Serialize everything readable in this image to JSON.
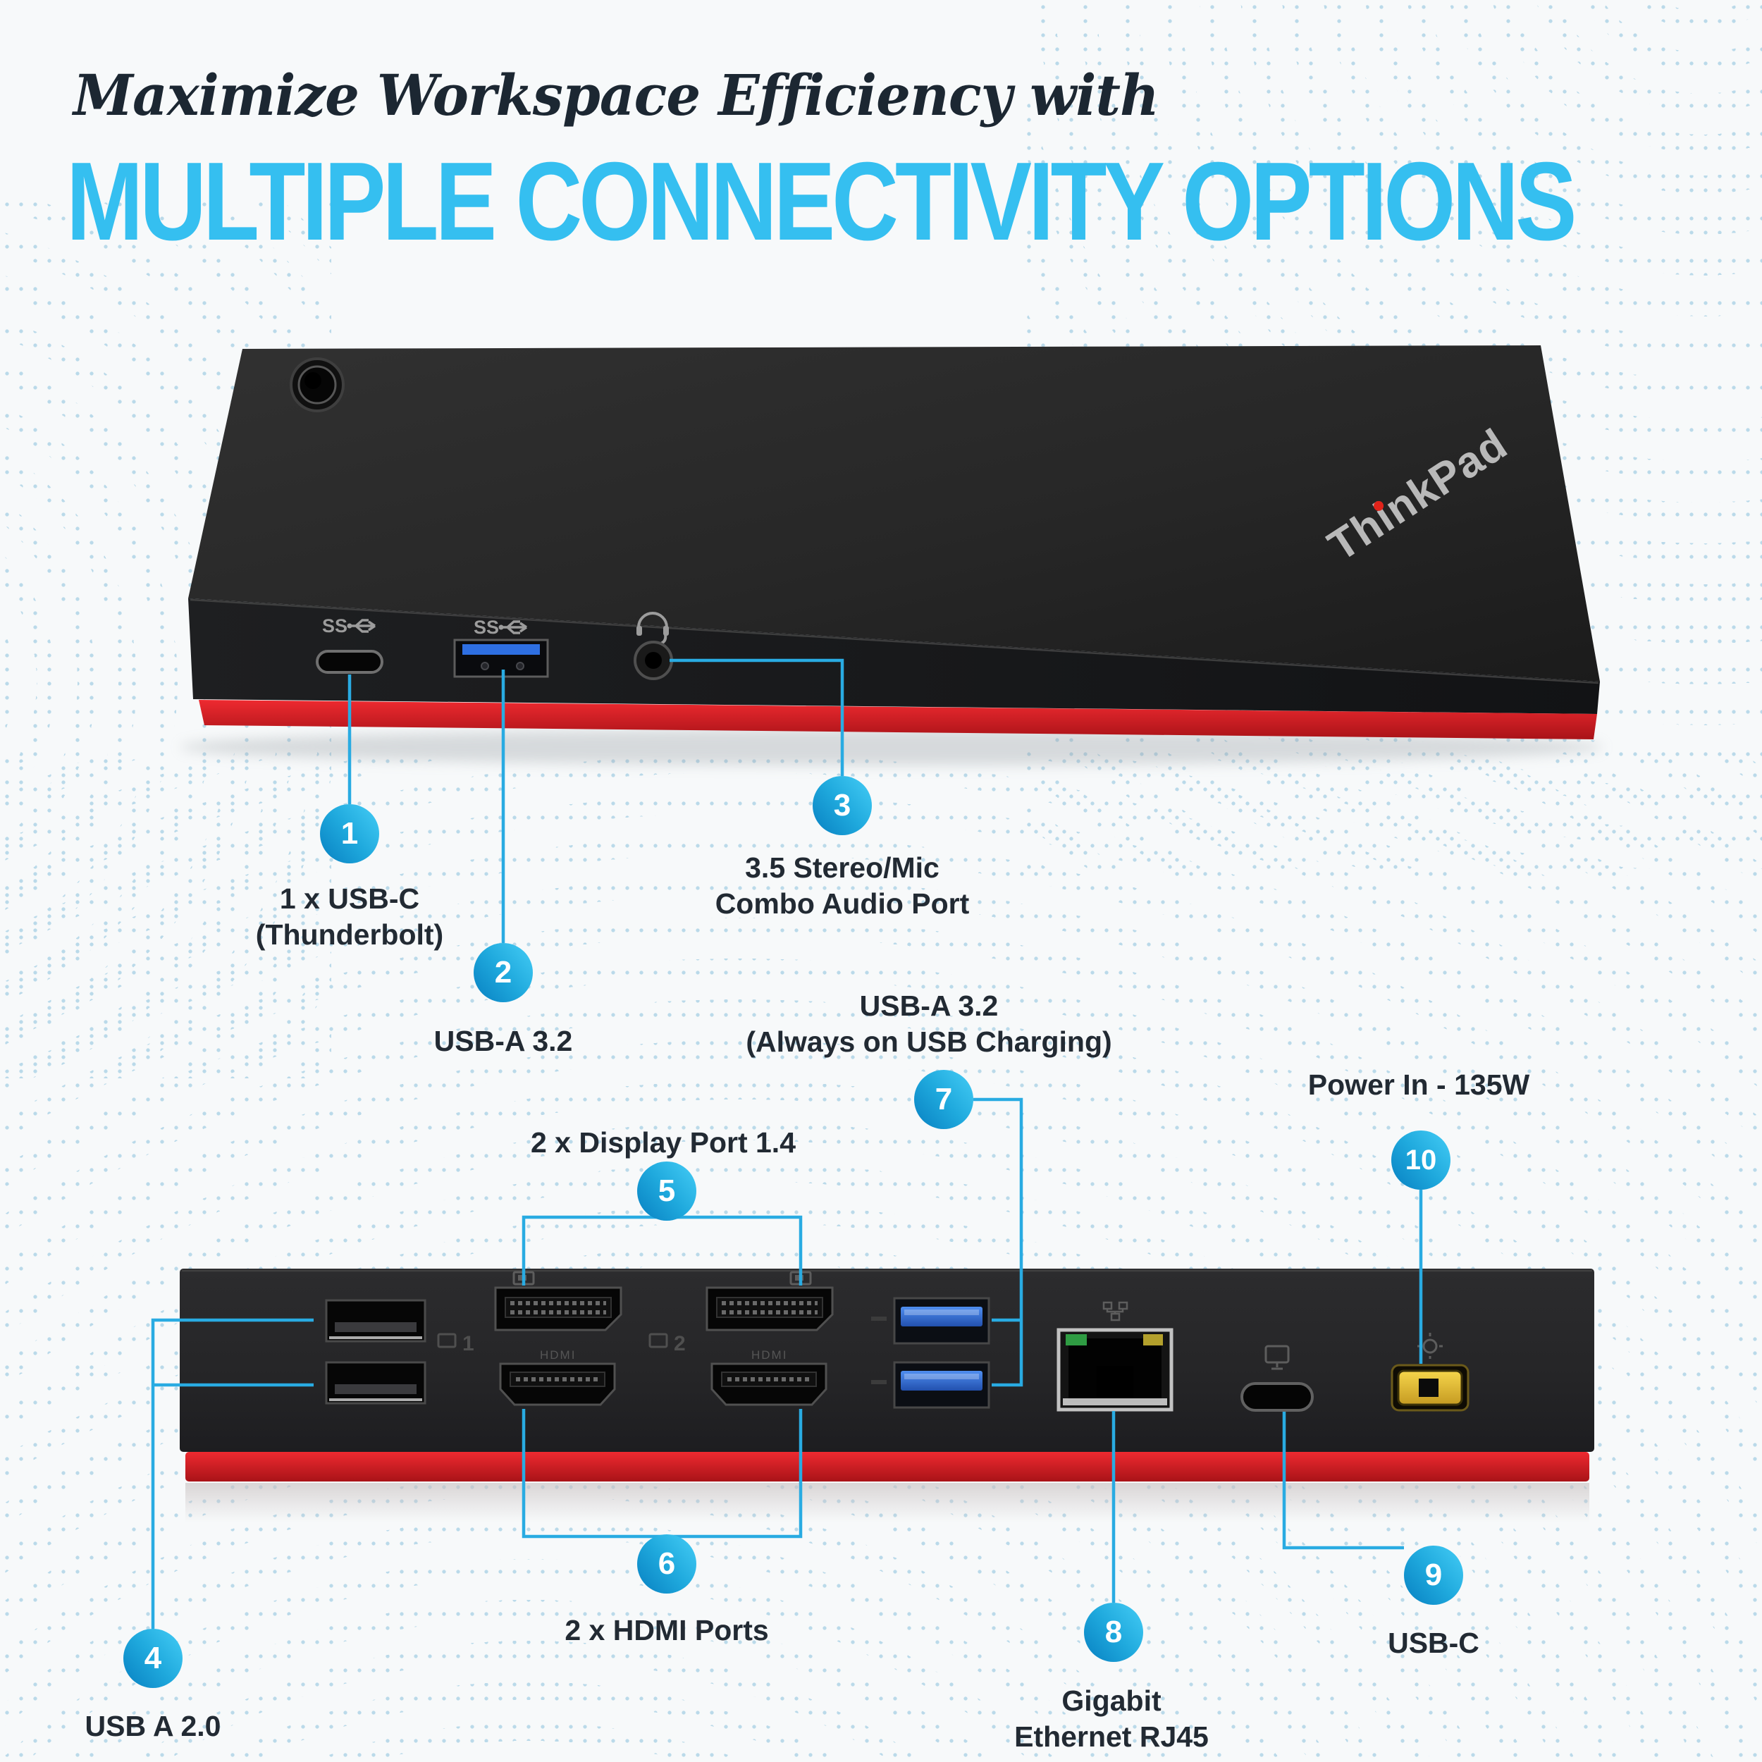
{
  "header": {
    "script_line": "Maximize Workspace Efficiency with",
    "headline": "MULTIPLE CONNECTIVITY OPTIONS"
  },
  "device": {
    "brand_logo": "ThinkPad",
    "port_group_labels": [
      "1",
      "2"
    ],
    "hdmi_caption": "HDMI"
  },
  "callouts": [
    {
      "number": "1",
      "lines": [
        "1 x USB-C",
        "(Thunderbolt)"
      ]
    },
    {
      "number": "2",
      "lines": [
        "USB-A 3.2"
      ]
    },
    {
      "number": "3",
      "lines": [
        "3.5 Stereo/Mic",
        "Combo Audio Port"
      ]
    },
    {
      "number": "4",
      "lines": [
        "USB A 2.0"
      ]
    },
    {
      "number": "5",
      "lines": [
        "2 x Display Port 1.4"
      ]
    },
    {
      "number": "6",
      "lines": [
        "2 x HDMI Ports"
      ]
    },
    {
      "number": "7",
      "lines": [
        "USB-A 3.2",
        "(Always on USB Charging)"
      ]
    },
    {
      "number": "8",
      "lines": [
        "Gigabit",
        "Ethernet RJ45"
      ]
    },
    {
      "number": "9",
      "lines": [
        "USB-C"
      ]
    },
    {
      "number": "10",
      "lines": [
        "Power In - 135W"
      ]
    }
  ],
  "colors": {
    "accent_line": "#29abe2",
    "headline_blue": "#35bff0",
    "label_text": "#222a33",
    "dock_red": "#e2242a",
    "power_port_yellow": "#eec93f"
  },
  "icons": {
    "front": [
      "usb-ss-icon",
      "usb-ss-icon",
      "headset-icon"
    ],
    "back": [
      "displayport-icon",
      "displayport-icon",
      "ethernet-icon",
      "usbc-display-icon",
      "power-plug-icon"
    ]
  }
}
